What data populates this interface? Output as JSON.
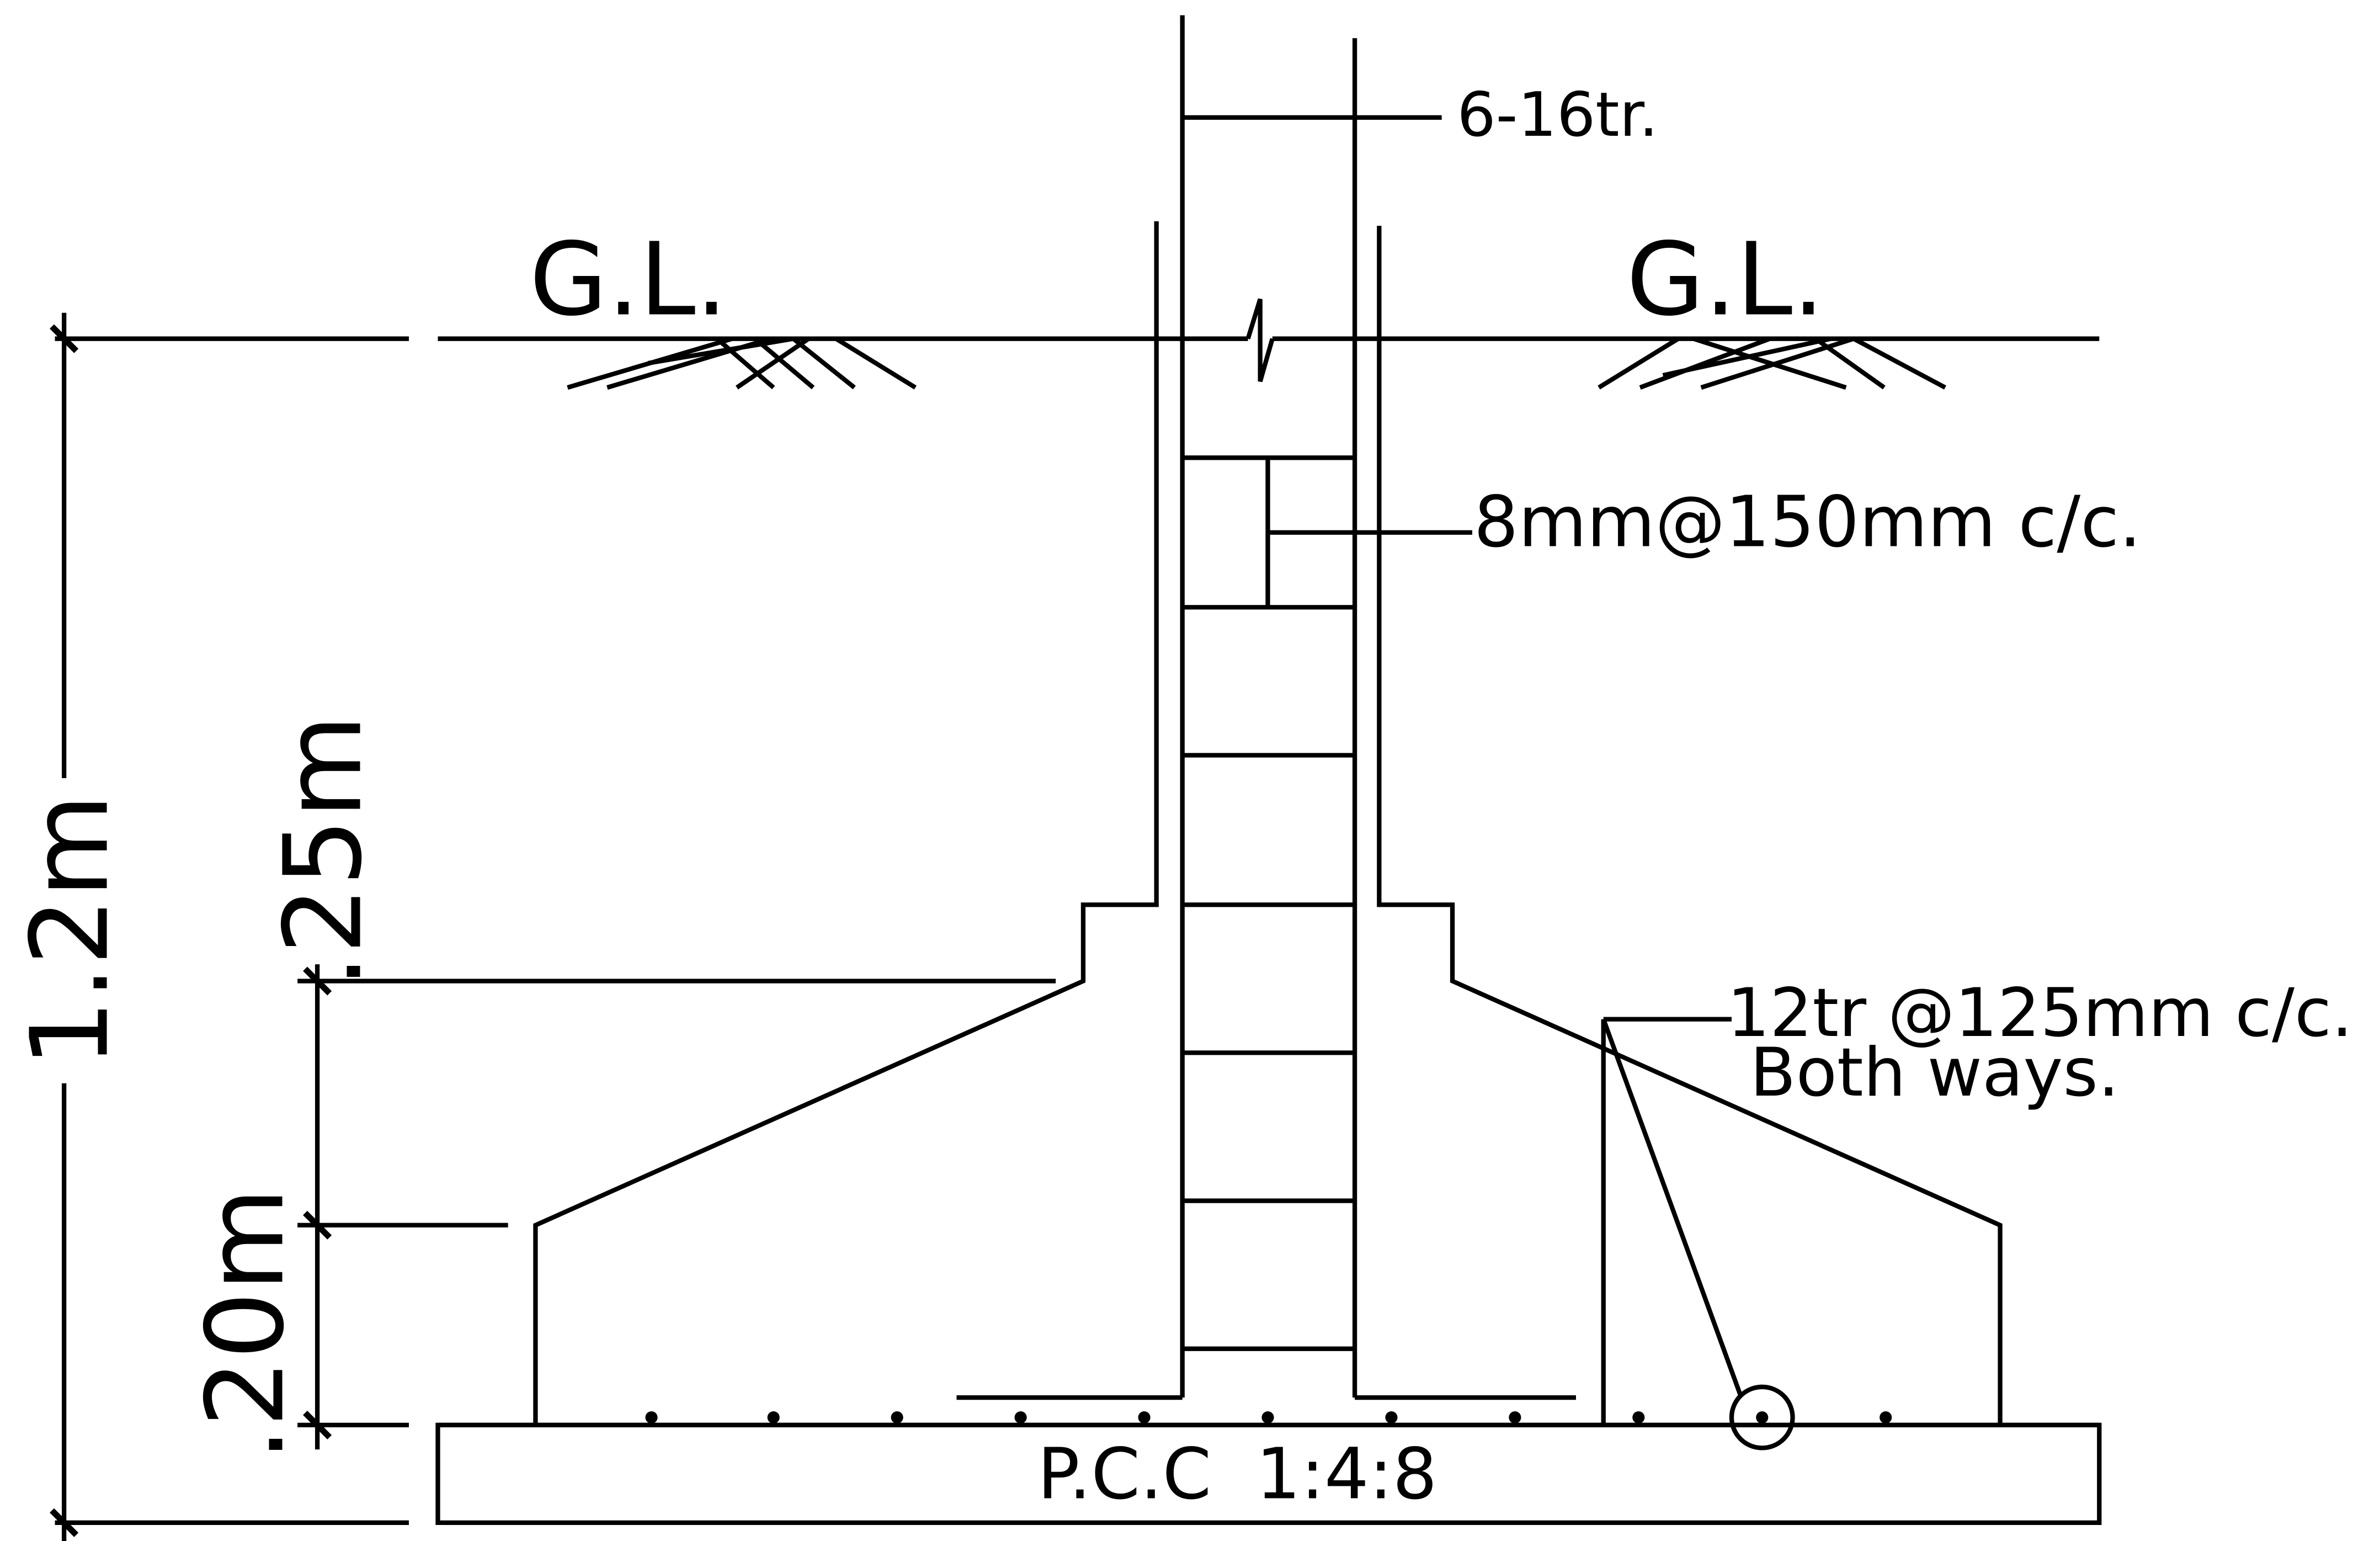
{
  "labels": {
    "gl_left": "G.L.",
    "gl_right": "G.L.",
    "main_bars": "6-16tr.",
    "ties": "8mm@150mm c/c.",
    "base_bars_line1": "12tr @125mm c/c.",
    "base_bars_line2": "Both ways.",
    "pcc": "P.C.C  1:4:8"
  },
  "dimensions": {
    "total_depth": "1.2m",
    "slope_height": ".25m",
    "edge_thickness": ".20m"
  }
}
